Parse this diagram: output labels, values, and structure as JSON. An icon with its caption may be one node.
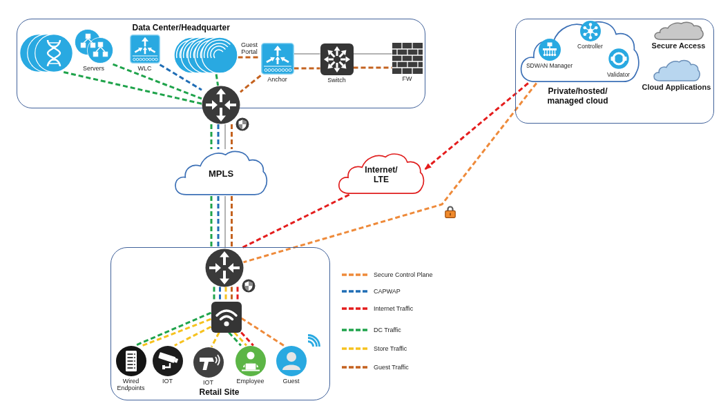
{
  "diagram": {
    "nodes": [
      {
        "text": [
          "Data Center/Headquarter"
        ]
      },
      {
        "text": [],
        "shape": "picture",
        "in": 0
      },
      {
        "text": [
          "Servers"
        ],
        "in": 0
      },
      {
        "text": [
          "WLC"
        ],
        "in": 0
      },
      {
        "text": [],
        "shape": "picture",
        "in": 0
      },
      {
        "text": [
          "Anchor"
        ],
        "in": 0
      },
      {
        "text": [
          "Switch"
        ],
        "in": 0
      },
      {
        "text": [
          "FW"
        ],
        "in": 0
      },
      {
        "text": [],
        "shape": "picture"
      },
      {
        "text": [
          "MPLS"
        ]
      },
      {
        "text": [
          "Internet/ LTE"
        ]
      },
      {
        "text": [],
        "shape": "box"
      },
      {
        "text": [],
        "shape": "cloud",
        "beside": [
          "Private/hosted/ managed cloud"
        ],
        "in": 11
      },
      {
        "text": [
          "SDWAN Manager"
        ],
        "in": 12
      },
      {
        "text": [
          "Controller"
        ],
        "in": 12
      },
      {
        "text": [
          "Validator"
        ],
        "in": 12
      },
      {
        "text": [
          "Secure Access"
        ],
        "in": 11
      },
      {
        "text": [
          "Cloud Applications"
        ],
        "in": 11
      },
      {
        "text": [
          "Retail Site"
        ]
      },
      {
        "text": [],
        "shape": "picture",
        "in": 18
      },
      {
        "text": [],
        "shape": "picture",
        "in": 18
      },
      {
        "text": [
          "Wired Endpoints"
        ],
        "in": 18
      },
      {
        "text": [
          "IOT"
        ],
        "in": 18
      },
      {
        "text": [
          "IOT"
        ],
        "in": 18
      },
      {
        "text": [
          "Employee"
        ],
        "in": 18
      },
      {
        "text": [
          "Guest"
        ],
        "in": 18
      }
    ],
    "edges": [
      {
        "from": 1,
        "to": 8,
        "arrow": "none",
        "style": "dashed",
        "color": "#1fa34b"
      },
      {
        "from": 2,
        "to": 8,
        "arrow": "none",
        "style": "dashed",
        "color": "#1fa34b"
      },
      {
        "from": 3,
        "to": 8,
        "arrow": "none",
        "style": "dashed",
        "color": "#1f6db5"
      },
      {
        "from": 4,
        "to": 8,
        "arrow": "none",
        "style": "dashed",
        "color": "#1fa34b"
      },
      {
        "from": 4,
        "to": 5,
        "arrow": "none",
        "label": "Guest Portal",
        "style": "dashed",
        "color": "#c4621f"
      },
      {
        "from": 5,
        "to": 8,
        "arrow": "none",
        "style": "dashed",
        "color": "#c4621f"
      },
      {
        "from": 5,
        "to": 6,
        "arrow": "none",
        "color": "#b3b3b3"
      },
      {
        "from": 5,
        "to": 6,
        "arrow": "none",
        "style": "dashed",
        "color": "#c4621f"
      },
      {
        "from": 6,
        "to": 7,
        "arrow": "none",
        "color": "#b3b3b3"
      },
      {
        "from": 6,
        "to": 7,
        "arrow": "none",
        "style": "dashed",
        "color": "#c4621f"
      },
      {
        "from": 8,
        "to": 9,
        "arrow": "none",
        "style": "dashed",
        "color": "#1fa34b"
      },
      {
        "from": 8,
        "to": 9,
        "arrow": "none",
        "style": "dashed",
        "color": "#1f6db5"
      },
      {
        "from": 8,
        "to": 9,
        "arrow": "none",
        "color": "#b3b3b3"
      },
      {
        "from": 8,
        "to": 9,
        "arrow": "none",
        "style": "dashed",
        "color": "#c4621f"
      },
      {
        "from": 9,
        "to": 19,
        "arrow": "none",
        "style": "dashed",
        "color": "#1fa34b"
      },
      {
        "from": 9,
        "to": 19,
        "arrow": "none",
        "style": "dashed",
        "color": "#1f6db5"
      },
      {
        "from": 9,
        "to": 19,
        "arrow": "none",
        "color": "#b3b3b3"
      },
      {
        "from": 9,
        "to": 19,
        "arrow": "none",
        "style": "dashed",
        "color": "#c4621f"
      },
      {
        "from": 12,
        "to": 10,
        "arrow": "to",
        "style": "dashed",
        "color": "#e41d1d"
      },
      {
        "from": 10,
        "to": 19,
        "arrow": "none",
        "style": "dashed",
        "color": "#e41d1d"
      },
      {
        "from": 12,
        "to": 19,
        "arrow": "none",
        "style": "dashed",
        "color": "#ee8a3a"
      },
      {
        "from": 19,
        "to": 20,
        "arrow": "none",
        "style": "dashed",
        "color": "#1fa34b"
      },
      {
        "from": 19,
        "to": 20,
        "arrow": "none",
        "style": "dashed",
        "color": "#1f6db5"
      },
      {
        "from": 19,
        "to": 20,
        "arrow": "none",
        "style": "dashed",
        "color": "#f6c21f"
      },
      {
        "from": 19,
        "to": 20,
        "arrow": "none",
        "style": "dashed",
        "color": "#c4621f"
      },
      {
        "from": 19,
        "to": 20,
        "arrow": "none",
        "style": "dashed",
        "color": "#e41d1d"
      },
      {
        "from": 20,
        "to": 21,
        "arrow": "none",
        "style": "dashed",
        "color": "#1fa34b"
      },
      {
        "from": 20,
        "to": 21,
        "arrow": "none",
        "style": "dashed",
        "color": "#f6c21f"
      },
      {
        "from": 20,
        "to": 22,
        "arrow": "none",
        "style": "dashed",
        "color": "#f6c21f"
      },
      {
        "from": 20,
        "to": 23,
        "arrow": "none",
        "style": "dashed",
        "color": "#f6c21f"
      },
      {
        "from": 20,
        "to": 24,
        "arrow": "none",
        "style": "dashed",
        "color": "#1fa34b"
      },
      {
        "from": 20,
        "to": 24,
        "arrow": "none",
        "style": "dashed",
        "color": "#f6c21f"
      },
      {
        "from": 20,
        "to": 24,
        "arrow": "none",
        "style": "dashed",
        "color": "#e41d1d"
      },
      {
        "from": 20,
        "to": 25,
        "arrow": "none",
        "style": "dashed",
        "color": "#ee8a3a"
      }
    ],
    "legend": [
      {
        "text": "Secure Control Plane"
      },
      {
        "text": "CAPWAP"
      },
      {
        "text": "Internet Traffic"
      },
      {
        "text": "DC Traffic"
      },
      {
        "text": "Store Traffic"
      },
      {
        "text": "Guest Traffic"
      }
    ]
  }
}
